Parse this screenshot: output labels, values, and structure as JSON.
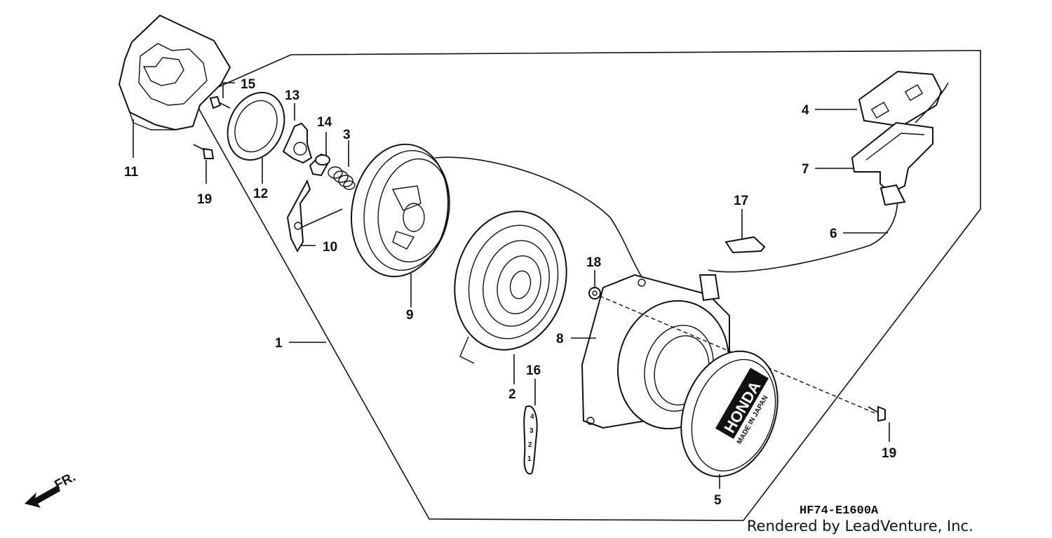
{
  "labels": {
    "p1": "1",
    "p2": "2",
    "p3": "3",
    "p4": "4",
    "p5": "5",
    "p6": "6",
    "p7": "7",
    "p8": "8",
    "p9": "9",
    "p10": "10",
    "p11": "11",
    "p12": "12",
    "p13": "13",
    "p14": "14",
    "p15": "15",
    "p16": "16",
    "p17": "17",
    "p18": "18",
    "p19a": "19",
    "p19b": "19"
  },
  "cover_logo": {
    "brand": "HONDA",
    "sub": "MADE IN JAPAN"
  },
  "decal_marks": [
    "4",
    "3",
    "2",
    "1"
  ],
  "direction_label": "FR.",
  "diagram_code": "HF74-E1600A",
  "credit": "Rendered by LeadVenture, Inc.",
  "colors": {
    "ink": "#111111",
    "background": "#ffffff"
  }
}
